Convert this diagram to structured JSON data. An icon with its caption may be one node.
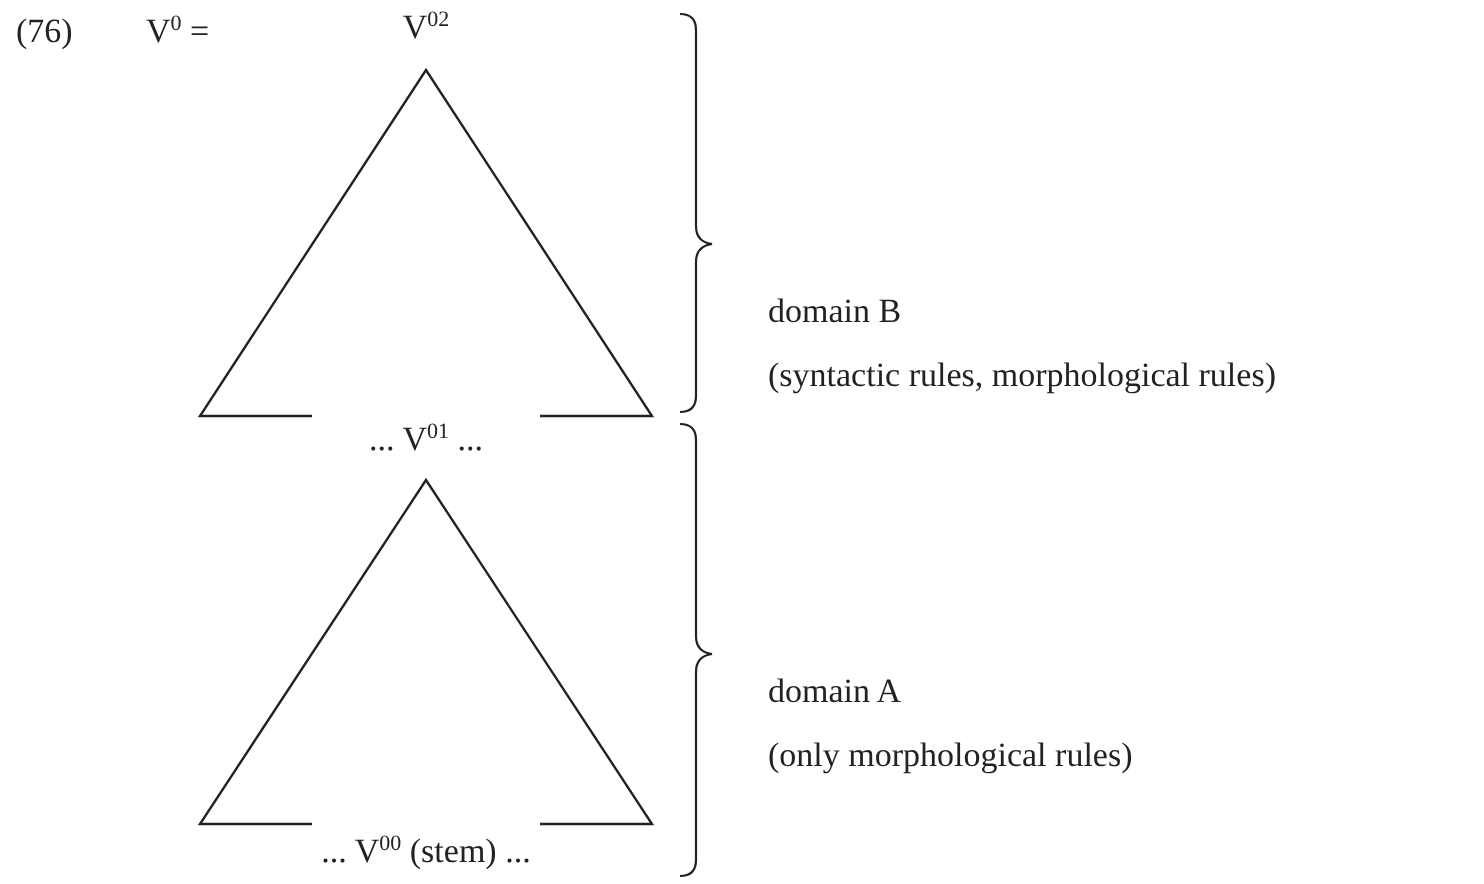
{
  "diagram": {
    "labels": [
      "(76)",
      "V$^{0}$ =",
      "V$^{02}$",
      "... V$^{01}$ ...",
      "... V$^{00}$ (stem) ...",
      "domain B",
      "(syntactic rules, morphological rules)",
      "domain A",
      "(only morphological rules)"
    ]
  }
}
